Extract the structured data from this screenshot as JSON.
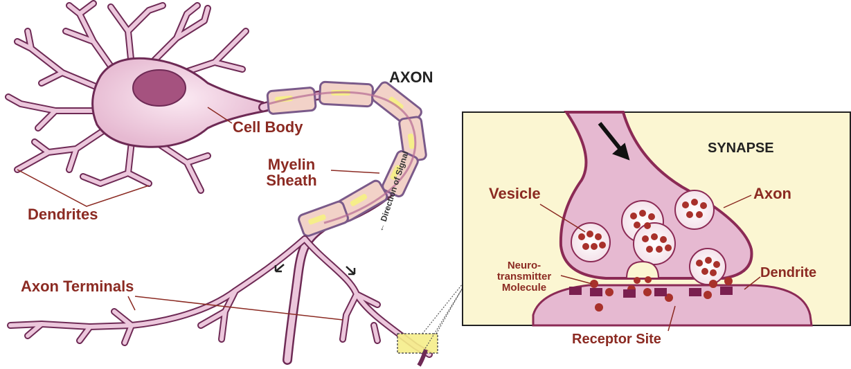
{
  "labels": {
    "axon_title": "AXON",
    "cell_body": "Cell Body",
    "myelin_line1": "Myelin",
    "myelin_line2": "Sheath",
    "dendrites": "Dendrites",
    "axon_terminals": "Axon Terminals",
    "direction_of_signal": "← Direction of Signal"
  },
  "inset": {
    "title": "SYNAPSE",
    "vesicle": "Vesicle",
    "axon": "Axon",
    "dendrite": "Dendrite",
    "neurotransmitter_line1": "Neuro-",
    "neurotransmitter_line2": "transmitter",
    "neurotransmitter_line3": "Molecule",
    "receptor_site": "Receptor Site"
  },
  "colors": {
    "label_red": "#8b2a22",
    "neuron_fill": "#ecc7dc",
    "neuron_stroke": "#6e2a55",
    "nucleus": "#a5527f",
    "myelin_fill": "#f2d2c8",
    "myelin_highlight": "#f6ee8a",
    "inset_background": "#fbf6d2",
    "vesicle_molecule": "#a8312b",
    "receptor": "#7a1f4f"
  }
}
